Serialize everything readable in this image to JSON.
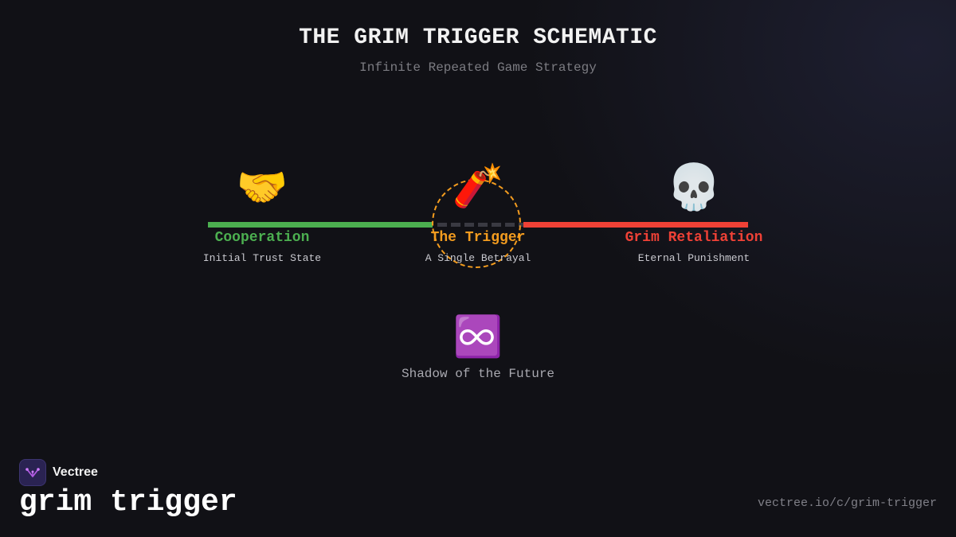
{
  "header": {
    "title": "THE GRIM TRIGGER SCHEMATIC",
    "subtitle": "Infinite Repeated Game Strategy"
  },
  "stages": [
    {
      "icon": "handshake-icon",
      "emoji": "🤝",
      "label": "Cooperation",
      "sublabel": "Initial Trust State",
      "color": "#4caf50"
    },
    {
      "icon": "firecracker-icon",
      "emoji": "🧨",
      "label": "The Trigger",
      "sublabel": "A Single Betrayal",
      "color": "#f39c1f"
    },
    {
      "icon": "skull-icon",
      "emoji": "💀",
      "label": "Grim Retaliation",
      "sublabel": "Eternal Punishment",
      "color": "#ef4136"
    }
  ],
  "future": {
    "icon": "infinity-icon",
    "emoji": "♾️",
    "label": "Shadow of the Future"
  },
  "footer": {
    "brand_name": "Vectree",
    "brand_icon": "vectree-logo",
    "title": "grim trigger",
    "url": "vectree.io/c/grim-trigger"
  }
}
